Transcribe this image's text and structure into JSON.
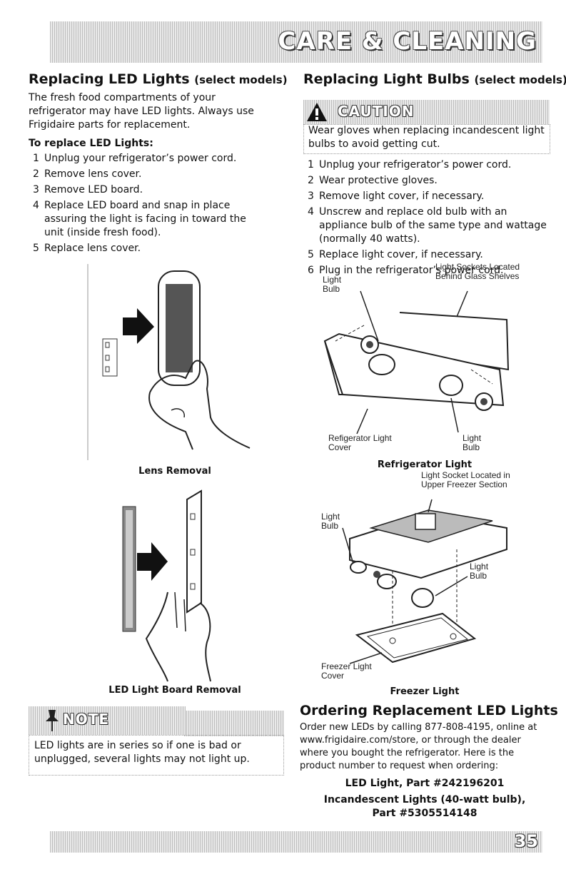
{
  "header": {
    "title": "CARE & CLEANING"
  },
  "left": {
    "heading": "Replacing LED Lights",
    "heading_suffix": "(select models)",
    "intro": "The fresh food compartments of your refrigerator may have LED lights. Always use Frigidaire parts for replacement.",
    "subheading": "To replace LED Lights:",
    "steps": [
      {
        "num": "1",
        "text": "Unplug your refrigerator’s power cord."
      },
      {
        "num": "2",
        "text": "Remove lens cover."
      },
      {
        "num": "3",
        "text": "Remove LED board."
      },
      {
        "num": "4",
        "text": "Replace LED board and snap in place assuring the light is facing in toward the unit (inside fresh food)."
      },
      {
        "num": "5",
        "text": "Replace lens cover."
      }
    ],
    "figure1_caption": "Lens Removal",
    "figure2_caption": "LED Light Board Removal",
    "note": {
      "title": "NOTE",
      "text": "LED lights are in series so if one is bad or unplugged, several lights may not light up."
    }
  },
  "right": {
    "heading": "Replacing Light Bulbs",
    "heading_suffix": "(select models)",
    "caution": {
      "title": "CAUTION",
      "text": "Wear gloves when replacing incandescent light bulbs to avoid getting cut."
    },
    "steps": [
      {
        "num": "1",
        "text": "Unplug your refrigerator’s power cord."
      },
      {
        "num": "2",
        "text": "Wear protective gloves."
      },
      {
        "num": "3",
        "text": "Remove light cover, if necessary."
      },
      {
        "num": "4",
        "text": "Unscrew and replace old bulb with an appliance bulb of the same type and wattage (normally 40 watts)."
      },
      {
        "num": "5",
        "text": "Replace light cover, if necessary."
      },
      {
        "num": "6",
        "text": "Plug in the refrigerator’s power cord."
      }
    ],
    "fig_refrigerator": {
      "label_light_bulb_1": "Light Bulb",
      "label_sockets": "Light Sockets Located Behind Glass Shelves",
      "label_cover": "Refigerator Light Cover",
      "label_light_bulb_2": "Light Bulb",
      "caption": "Refrigerator Light"
    },
    "fig_freezer": {
      "label_socket": "Light Socket Located in Upper Freezer Section",
      "label_light_bulb_1": "Light Bulb",
      "label_light_bulb_2": "Light Bulb",
      "label_cover": "Freezer Light Cover",
      "caption": "Freezer Light"
    },
    "ordering": {
      "heading": "Ordering Replacement LED Lights",
      "text": "Order new LEDs by calling 877-808-4195, online at www.frigidaire.com/store, or through the dealer where you bought the refrigerator. Here is the product number to request when ordering:",
      "part1": "LED Light, Part #242196201",
      "part2_line1": "Incandescent Lights (40-watt bulb),",
      "part2_line2": "Part #5305514148"
    }
  },
  "footer": {
    "page_number": "35"
  }
}
